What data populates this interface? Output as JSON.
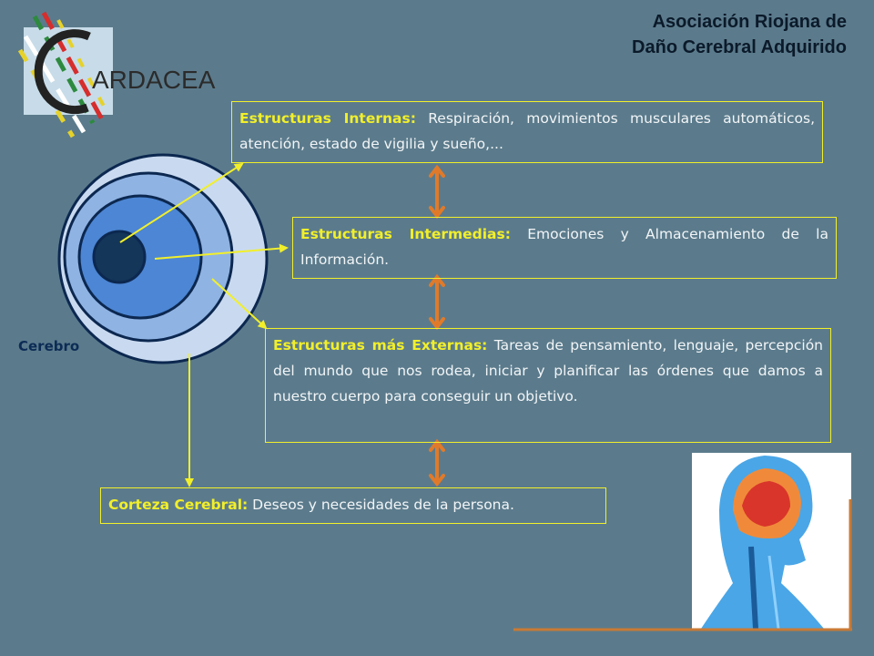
{
  "header": {
    "line1": "Asociación Riojana de",
    "line2": "Daño Cerebral Adquirido"
  },
  "logo": {
    "text": "ARDACEA"
  },
  "labels": {
    "cerebro": "Cerebro"
  },
  "boxes": {
    "internas": {
      "title": "Estructuras Internas:",
      "text": " Respiración, movimientos musculares automáticos, atención, estado de vigilia y sueño,..."
    },
    "intermedias": {
      "title": "Estructuras Intermedias:",
      "text": " Emociones y Almacenamiento de la Información."
    },
    "externas": {
      "title": "Estructuras más Externas:",
      "text": " Tareas de pensamiento, lenguaje, percepción del mundo que nos rodea, iniciar y planificar las órdenes que damos a nuestro cuerpo para conseguir un objetivo."
    },
    "corteza": {
      "title": "Corteza Cerebral:",
      "text": " Deseos y necesidades de la persona."
    }
  },
  "colors": {
    "background": "#5b7b8c",
    "box_border": "#f2ef2a",
    "arrow_yellow": "#f2ef2a",
    "arrow_orange": "#e07a2a",
    "title_color": "#0b1a2a"
  }
}
